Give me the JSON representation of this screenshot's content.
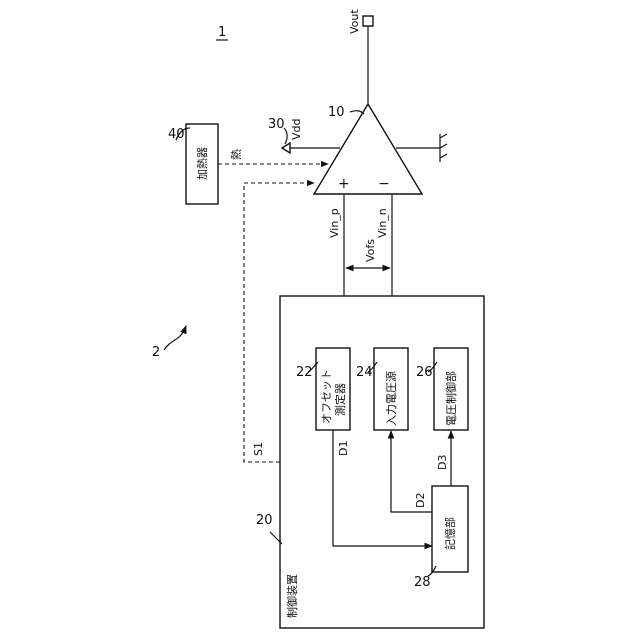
{
  "diagram": {
    "system_ref": "1",
    "sub_ref": "2",
    "amp": {
      "ref": "10",
      "output": "Vout",
      "supply_ref": "30",
      "supply": "Vdd",
      "plus": "+",
      "minus": "−",
      "in_p": "Vin_p",
      "in_n": "Vin_n"
    },
    "heater": {
      "ref": "40",
      "label": "加熱器",
      "heat": "熱"
    },
    "control": {
      "ref": "20",
      "label": "制御装置",
      "offset_label": "Vofs",
      "blocks": {
        "offset": {
          "ref": "22",
          "line1": "オフセット",
          "line2": "測定器"
        },
        "input": {
          "ref": "24",
          "label": "入力電圧源"
        },
        "voltage": {
          "ref": "26",
          "label": "電圧制御部"
        },
        "memory": {
          "ref": "28",
          "label": "記憶部"
        }
      },
      "signals": {
        "s1": "S1",
        "d1": "D1",
        "d2": "D2",
        "d3": "D3"
      }
    }
  }
}
